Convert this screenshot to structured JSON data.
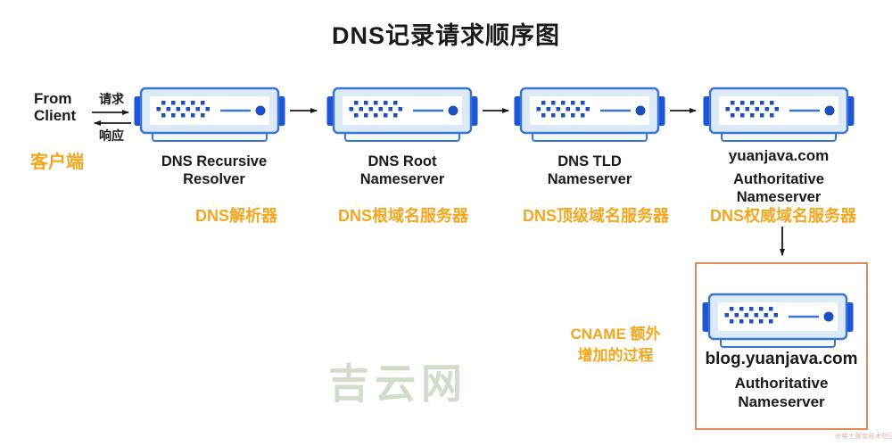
{
  "title": "DNS记录请求顺序图",
  "client": {
    "label": "From Client",
    "label_cn": "客户端",
    "request_label": "请求",
    "response_label": "响应"
  },
  "servers": [
    {
      "line1": "DNS Recursive",
      "line2": "Resolver",
      "cn": "DNS解析器"
    },
    {
      "line1": "DNS Root",
      "line2": "Nameserver",
      "cn": "DNS根域名服务器"
    },
    {
      "line1": "DNS TLD",
      "line2": "Nameserver",
      "cn": "DNS顶级域名服务器"
    },
    {
      "domain": "yuanjava.com",
      "line1": "Authoritative",
      "line2": "Nameserver",
      "cn": "DNS权威域名服务器"
    }
  ],
  "cname_box": {
    "domain": "blog.yuanjava.com",
    "line1": "Authoritative",
    "line2": "Nameserver",
    "annotation_line1": "CNAME 额外",
    "annotation_line2": "增加的过程"
  },
  "watermarks": {
    "center": "吉云网",
    "corner": "@稀土掘金技术社区"
  },
  "colors": {
    "accent_orange": "#F2A71F",
    "box_border_orange": "#E08A5E",
    "server_border_blue": "#3B75D4",
    "server_dark_blue": "#1D4FC0",
    "server_tab_blue": "#1E55D6",
    "server_light_blue": "#DCEAF6",
    "text_black": "#1A1A1A",
    "watermark_green": "#A9C2A0",
    "watermark_pink": "#D8AFA6"
  }
}
